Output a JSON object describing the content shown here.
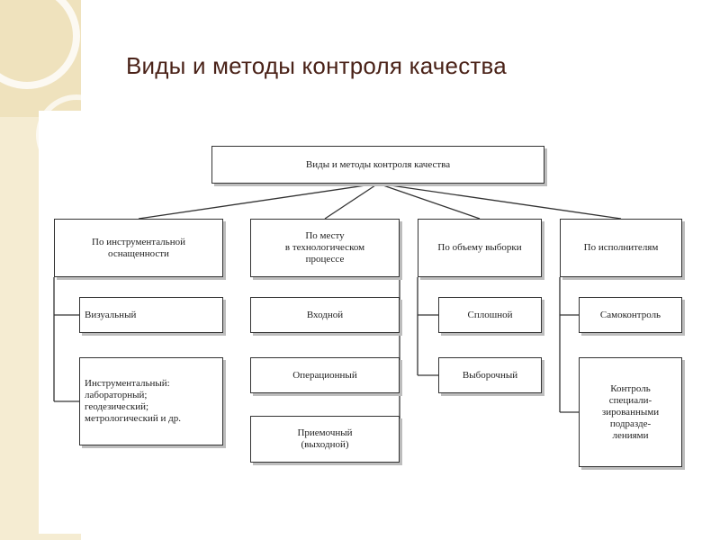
{
  "slide": {
    "title": "Виды и методы контроля качества",
    "title_color": "#4a2218",
    "accent_color": "#f5ecd2"
  },
  "diagram": {
    "root": "Виды и методы контроля качества",
    "groups": [
      {
        "label": "По инструментальной\nоснащенности",
        "children": [
          "Визуальный",
          "Инструментальный:\nлабораторный;\nгеодезический;\nметрологический и др."
        ]
      },
      {
        "label": "По месту\nв технологическом\nпроцессе",
        "children": [
          "Входной",
          "Операционный",
          "Приемочный\n(выходной)"
        ]
      },
      {
        "label": "По объему выборки",
        "children": [
          "Сплошной",
          "Выборочный"
        ]
      },
      {
        "label": "По исполнителям",
        "children": [
          "Самоконтроль",
          "Контроль\nспециали-\nзированными\nподразде-\nлениями"
        ]
      }
    ]
  }
}
